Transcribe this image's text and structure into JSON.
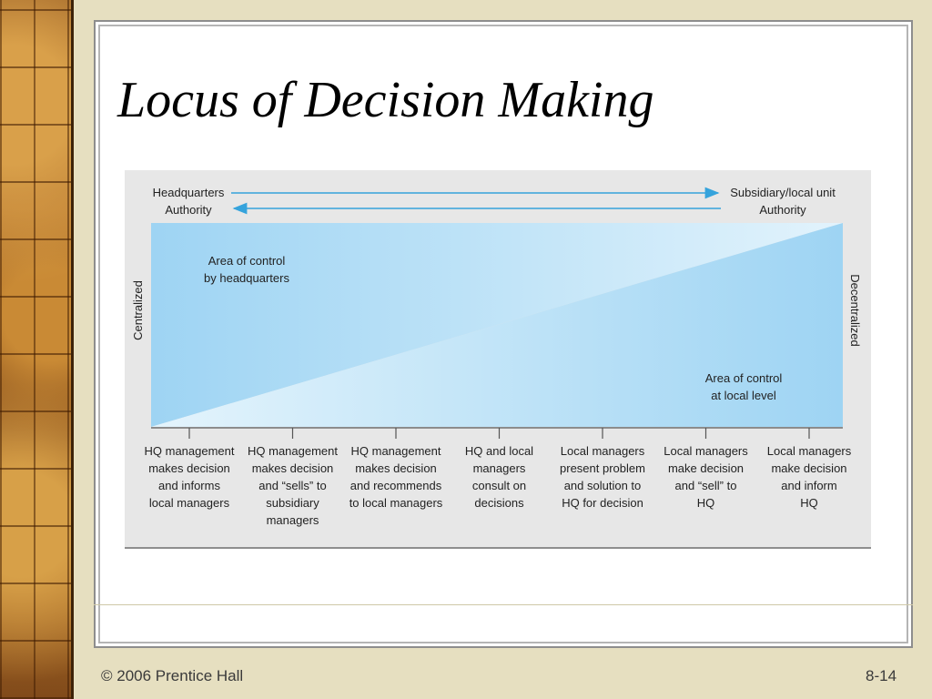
{
  "slide": {
    "title": "Locus of Decision Making",
    "footer_left": "© 2006 Prentice Hall",
    "footer_right": "8-14"
  },
  "diagram": {
    "top_left_label": [
      "Headquarters",
      "Authority"
    ],
    "top_right_label": [
      "Subsidiary/local unit",
      "Authority"
    ],
    "left_axis_label": "Centralized",
    "right_axis_label": "Decentralized",
    "area_hq_label": [
      "Area of control",
      "by headquarters"
    ],
    "area_local_label": [
      "Area of control",
      "at local level"
    ],
    "steps": [
      [
        "HQ management",
        "makes decision",
        "and informs",
        "local managers"
      ],
      [
        "HQ management",
        "makes decision",
        "and “sells” to",
        "subsidiary",
        "managers"
      ],
      [
        "HQ management",
        "makes decision",
        "and recommends",
        "to local managers"
      ],
      [
        "HQ and local",
        "managers",
        "consult on",
        "decisions"
      ],
      [
        "Local managers",
        "present problem",
        "and solution to",
        "HQ for decision"
      ],
      [
        "Local managers",
        "make decision",
        "and “sell” to",
        "HQ"
      ],
      [
        "Local managers",
        "make decision",
        "and inform",
        "HQ"
      ]
    ],
    "colors": {
      "hq_area": "#a6d8f5",
      "local_area": "#d7effb",
      "arrow": "#35a3dc"
    }
  }
}
